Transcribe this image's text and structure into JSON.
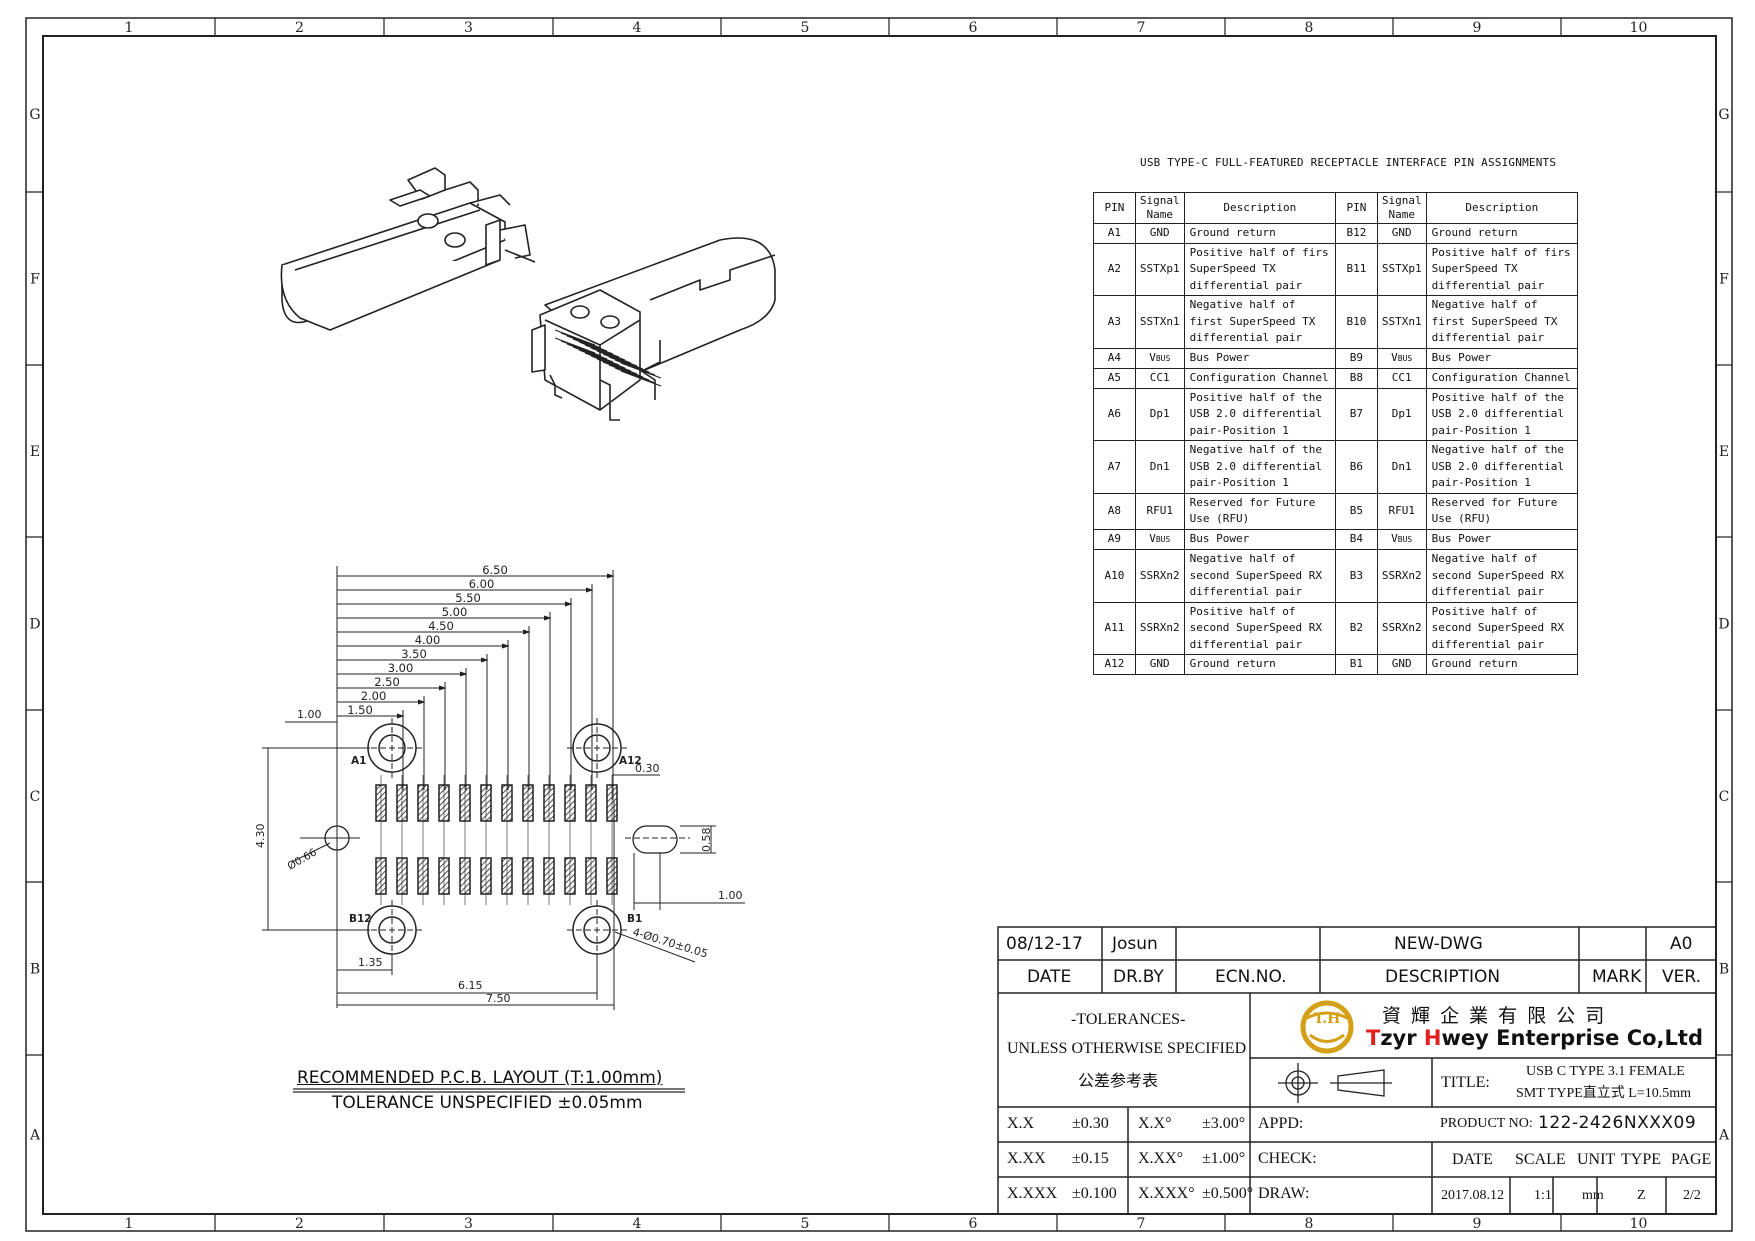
{
  "frame": {
    "col_numbers": [
      "1",
      "2",
      "3",
      "4",
      "5",
      "6",
      "7",
      "8",
      "9",
      "10"
    ],
    "row_letters": [
      "G",
      "F",
      "E",
      "D",
      "C",
      "B",
      "A"
    ]
  },
  "pin_table": {
    "title": "USB TYPE-C FULL-FEATURED RECEPTACLE INTERFACE PIN ASSIGNMENTS",
    "headers": {
      "pin": "PIN",
      "signal_line1": "Signal",
      "signal_line2": "Name",
      "description": "Description"
    },
    "rows": [
      {
        "a_pin": "A1",
        "a_sig": "GND",
        "a_desc": "Ground return",
        "b_pin": "B12",
        "b_sig": "GND",
        "b_desc": "Ground return"
      },
      {
        "a_pin": "A2",
        "a_sig": "SSTXp1",
        "a_desc": "Positive half of firs SuperSpeed TX differential pair",
        "b_pin": "B11",
        "b_sig": "SSTXp1",
        "b_desc": "Positive half of firs SuperSpeed TX differential pair"
      },
      {
        "a_pin": "A3",
        "a_sig": "SSTXn1",
        "a_desc": "Negative half of first SuperSpeed TX differential pair",
        "b_pin": "B10",
        "b_sig": "SSTXn1",
        "b_desc": "Negative half of first SuperSpeed TX differential pair"
      },
      {
        "a_pin": "A4",
        "a_sig": "VBUS",
        "a_desc": "Bus Power",
        "b_pin": "B9",
        "b_sig": "VBUS",
        "b_desc": "Bus Power"
      },
      {
        "a_pin": "A5",
        "a_sig": "CC1",
        "a_desc": "Configuration Channel",
        "b_pin": "B8",
        "b_sig": "CC1",
        "b_desc": "Configuration Channel"
      },
      {
        "a_pin": "A6",
        "a_sig": "Dp1",
        "a_desc": "Positive half of the USB 2.0 differential pair-Position 1",
        "b_pin": "B7",
        "b_sig": "Dp1",
        "b_desc": "Positive half of the USB 2.0 differential pair-Position 1"
      },
      {
        "a_pin": "A7",
        "a_sig": "Dn1",
        "a_desc": "Negative half of the USB 2.0 differential pair-Position 1",
        "b_pin": "B6",
        "b_sig": "Dn1",
        "b_desc": "Negative half of the USB 2.0 differential pair-Position 1"
      },
      {
        "a_pin": "A8",
        "a_sig": "RFU1",
        "a_desc": "Reserved for Future Use (RFU)",
        "b_pin": "B5",
        "b_sig": "RFU1",
        "b_desc": "Reserved for Future Use (RFU)"
      },
      {
        "a_pin": "A9",
        "a_sig": "VBUS",
        "a_desc": "Bus Power",
        "b_pin": "B4",
        "b_sig": "VBUS",
        "b_desc": "Bus Power"
      },
      {
        "a_pin": "A10",
        "a_sig": "SSRXn2",
        "a_desc": "Negative half of second SuperSpeed RX differential pair",
        "b_pin": "B3",
        "b_sig": "SSRXn2",
        "b_desc": "Negative half of second SuperSpeed RX differential pair"
      },
      {
        "a_pin": "A11",
        "a_sig": "SSRXn2",
        "a_desc": "Positive half of second SuperSpeed RX differential pair",
        "b_pin": "B2",
        "b_sig": "SSRXn2",
        "b_desc": "Positive half of second SuperSpeed RX differential pair"
      },
      {
        "a_pin": "A12",
        "a_sig": "GND",
        "a_desc": "Ground return",
        "b_pin": "B1",
        "b_sig": "GND",
        "b_desc": "Ground return"
      }
    ]
  },
  "pcb_layout": {
    "dims_top": [
      "6.50",
      "6.00",
      "5.50",
      "5.00",
      "4.50",
      "4.00",
      "3.50",
      "3.00",
      "2.50",
      "2.00",
      "1.50"
    ],
    "dim_left_offset": "1.00",
    "dim_height": "4.30",
    "dim_hole_small": "Ø0.66",
    "dim_pad_width": "0.30",
    "dim_slot_height": "0.58",
    "dim_slot_offset": "1.00",
    "dim_hole_big": "4-Ø0.70±0.05",
    "dim_135": "1.35",
    "dim_615": "6.15",
    "dim_750": "7.50",
    "labels": {
      "a1": "A1",
      "a12": "A12",
      "b12": "B12",
      "b1": "B1"
    },
    "caption_line1": "RECOMMENDED   P.C.B.  LAYOUT  (T:1.00mm)",
    "caption_line2": "TOLERANCE  UNSPECIFIED  ±0.05mm"
  },
  "title_block": {
    "revision_date": "08/12-17",
    "revision_drby": "Josun",
    "revision_desc": "NEW-DWG",
    "revision_ver": "A0",
    "hdr_date": "DATE",
    "hdr_drby": "DR.BY",
    "hdr_ecn": "ECN.NO.",
    "hdr_desc": "DESCRIPTION",
    "hdr_mark": "MARK",
    "hdr_ver": "VER.",
    "tolerances_title": "-TOLERANCES-",
    "tolerances_sub": "UNLESS OTHERWISE SPECIFIED",
    "tolerances_cn": "公差参考表",
    "company_cn": "資 輝 企 業 有 限 公 司",
    "company_en_t": "T",
    "company_en_zyr": "zyr ",
    "company_en_h": "H",
    "company_en_rest": "wey Enterprise Co,Ltd",
    "logo_text": "T.H",
    "title_label": "TITLE:",
    "title_line1": "USB  C  TYPE  3.1 FEMALE",
    "title_line2": "SMT    TYPE直立式 L=10.5mm",
    "tol_rows": [
      {
        "a": "X.X",
        "av": "±0.30",
        "b": "X.X°",
        "bv": "±3.00°"
      },
      {
        "a": "X.XX",
        "av": "±0.15",
        "b": "X.XX°",
        "bv": "±1.00°"
      },
      {
        "a": "X.XXX",
        "av": "±0.100",
        "b": "X.XXX°",
        "bv": "±0.500°"
      }
    ],
    "appd": "APPD:",
    "check": "CHECK:",
    "draw": "DRAW:",
    "product_label": "PRODUCT NO:",
    "product_no": "122-2426NXXX09",
    "lbl_date": "DATE",
    "lbl_scale": "SCALE",
    "lbl_unit": "UNIT",
    "lbl_type": "TYPE",
    "lbl_page": "PAGE",
    "val_date": "2017.08.12",
    "val_scale": "1:1",
    "val_unit": "mm",
    "val_type": "Z",
    "val_page": "2/2"
  },
  "colors": {
    "line": "#222222",
    "logo_gold": "#d4a017",
    "brand_red": "#e02020"
  }
}
